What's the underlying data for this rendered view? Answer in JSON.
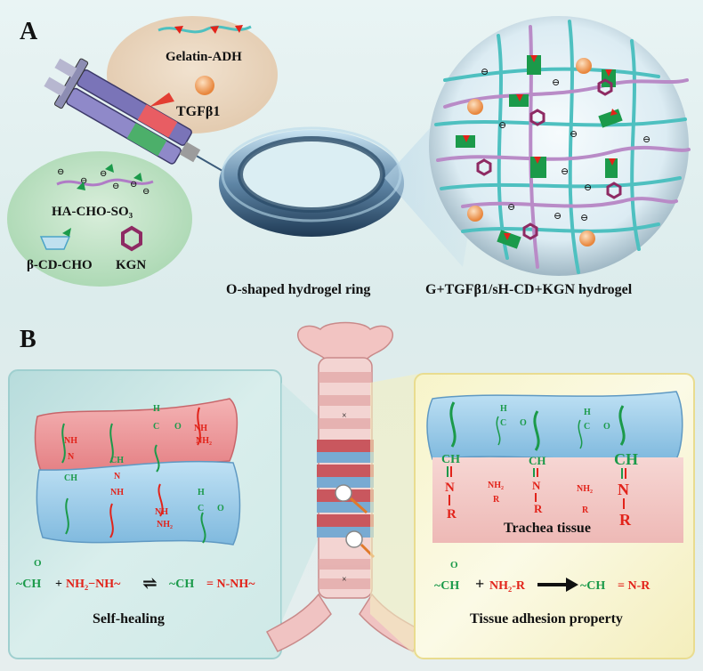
{
  "panels": {
    "a": {
      "letter": "A",
      "gelatin_label": "Gelatin-ADH",
      "tgf_label": "TGFβ1",
      "ha_label": "HA-CHO-SO₃",
      "cd_label": "β-CD-CHO",
      "kgn_label": "KGN",
      "ring_caption": "O-shaped hydrogel ring",
      "network_caption": "G+TGFβ1/sH-CD+KGN hydrogel",
      "minus_sign": "⊖"
    },
    "b": {
      "letter": "B",
      "left": {
        "nh": "NH",
        "n": "N",
        "ch": "CH",
        "c": "C",
        "h": "H",
        "o": "O",
        "nh2": "NH₂",
        "eq_o": "O",
        "eq_left": "~CH",
        "eq_plus": "+",
        "eq_reactant": "NH₂−NH~",
        "eq_arrow": "⇌",
        "eq_product_ch": "~CH",
        "eq_product_rest": "= N-NH~",
        "caption": "Self-healing"
      },
      "right": {
        "ch": "CH",
        "n": "N",
        "r": "R",
        "nh2": "NH₂",
        "c": "C",
        "h": "H",
        "o": "O",
        "tissue_label": "Trachea tissue",
        "eq_o": "O",
        "eq_left": "~CH",
        "eq_plus": "+",
        "eq_reactant": "NH₂-R",
        "eq_product_ch": "~CH",
        "eq_product_rest": "= N-R",
        "caption": "Tissue adhesion property"
      }
    }
  },
  "colors": {
    "red": "#e2231a",
    "green": "#1b9a4a",
    "hydrogel_pink": "#e98b8f",
    "hydrogel_blue": "#8ec6e8",
    "tissue_pink": "#f2c7c5",
    "teal": "#4ec0c0",
    "purple": "#a77fb8",
    "orange": "#f5a25b"
  }
}
